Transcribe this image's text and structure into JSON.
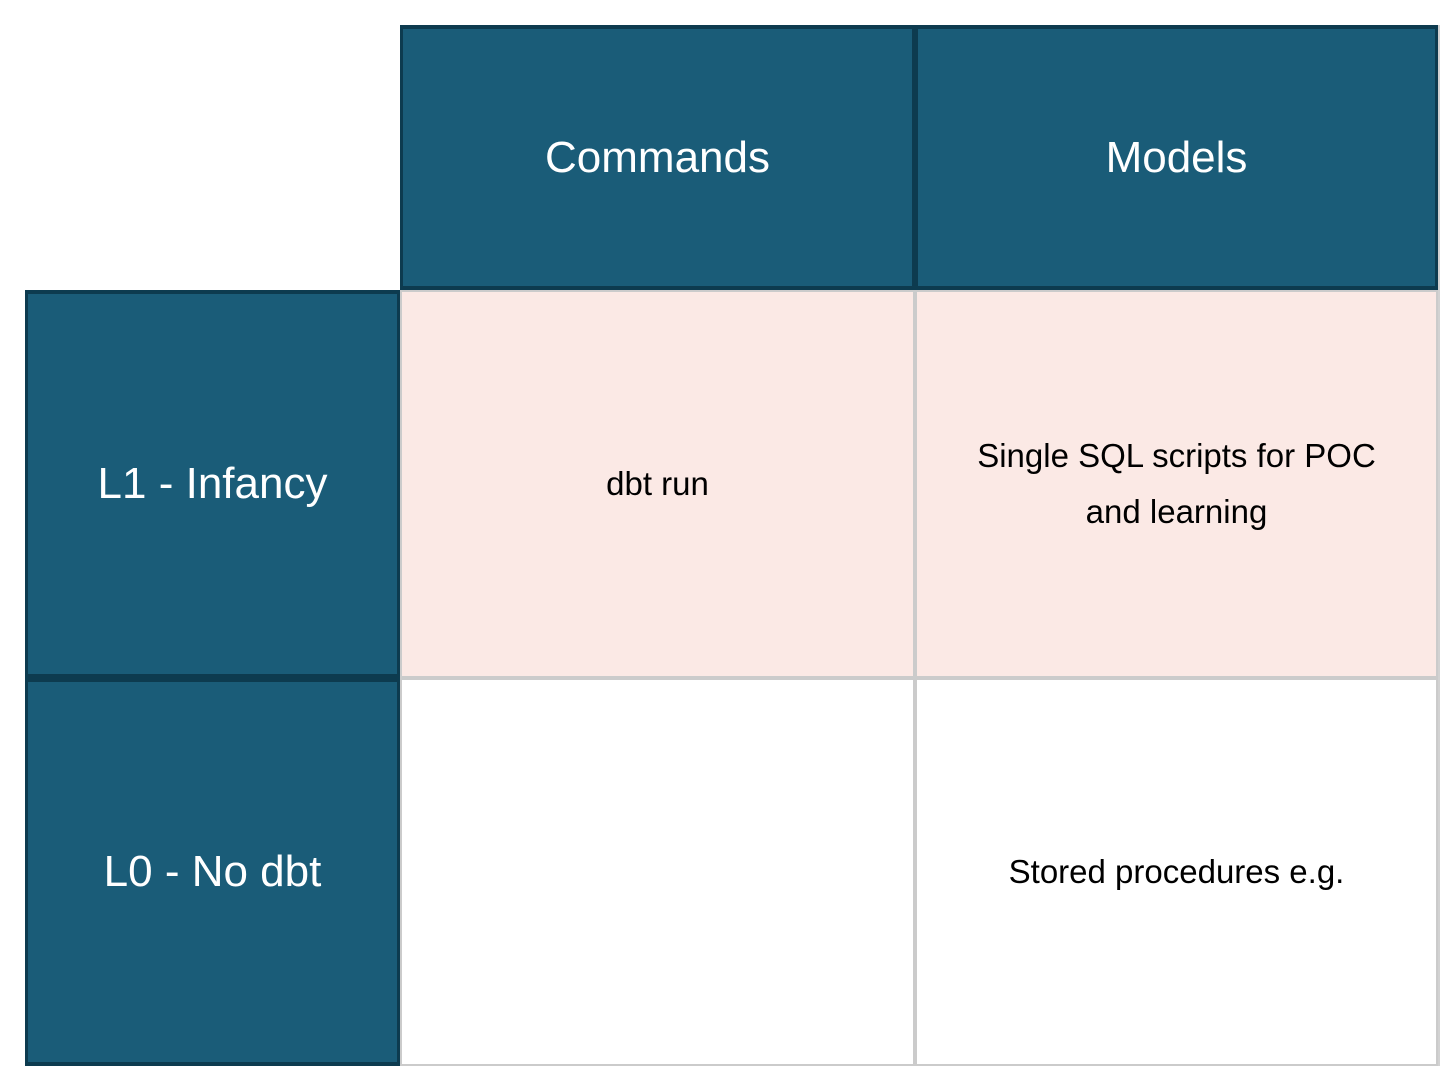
{
  "table": {
    "columns": [
      {
        "label": ""
      },
      {
        "label": "Commands"
      },
      {
        "label": "Models"
      }
    ],
    "rows": [
      {
        "label": "L1 - Infancy",
        "cells": [
          {
            "text": "dbt run"
          },
          {
            "text": "Single SQL scripts for POC and learning"
          }
        ]
      },
      {
        "label": "L0 - No dbt",
        "cells": [
          {
            "text": ""
          },
          {
            "text": "Stored procedures e.g."
          }
        ]
      }
    ]
  },
  "colors": {
    "header_teal": "#1A5C78",
    "teal_border": "#0D3B4F",
    "highlight_pink": "#FBE9E5",
    "grid_gray": "#CBCBCB",
    "text_dark": "#000000",
    "text_light": "#FFFFFF"
  }
}
